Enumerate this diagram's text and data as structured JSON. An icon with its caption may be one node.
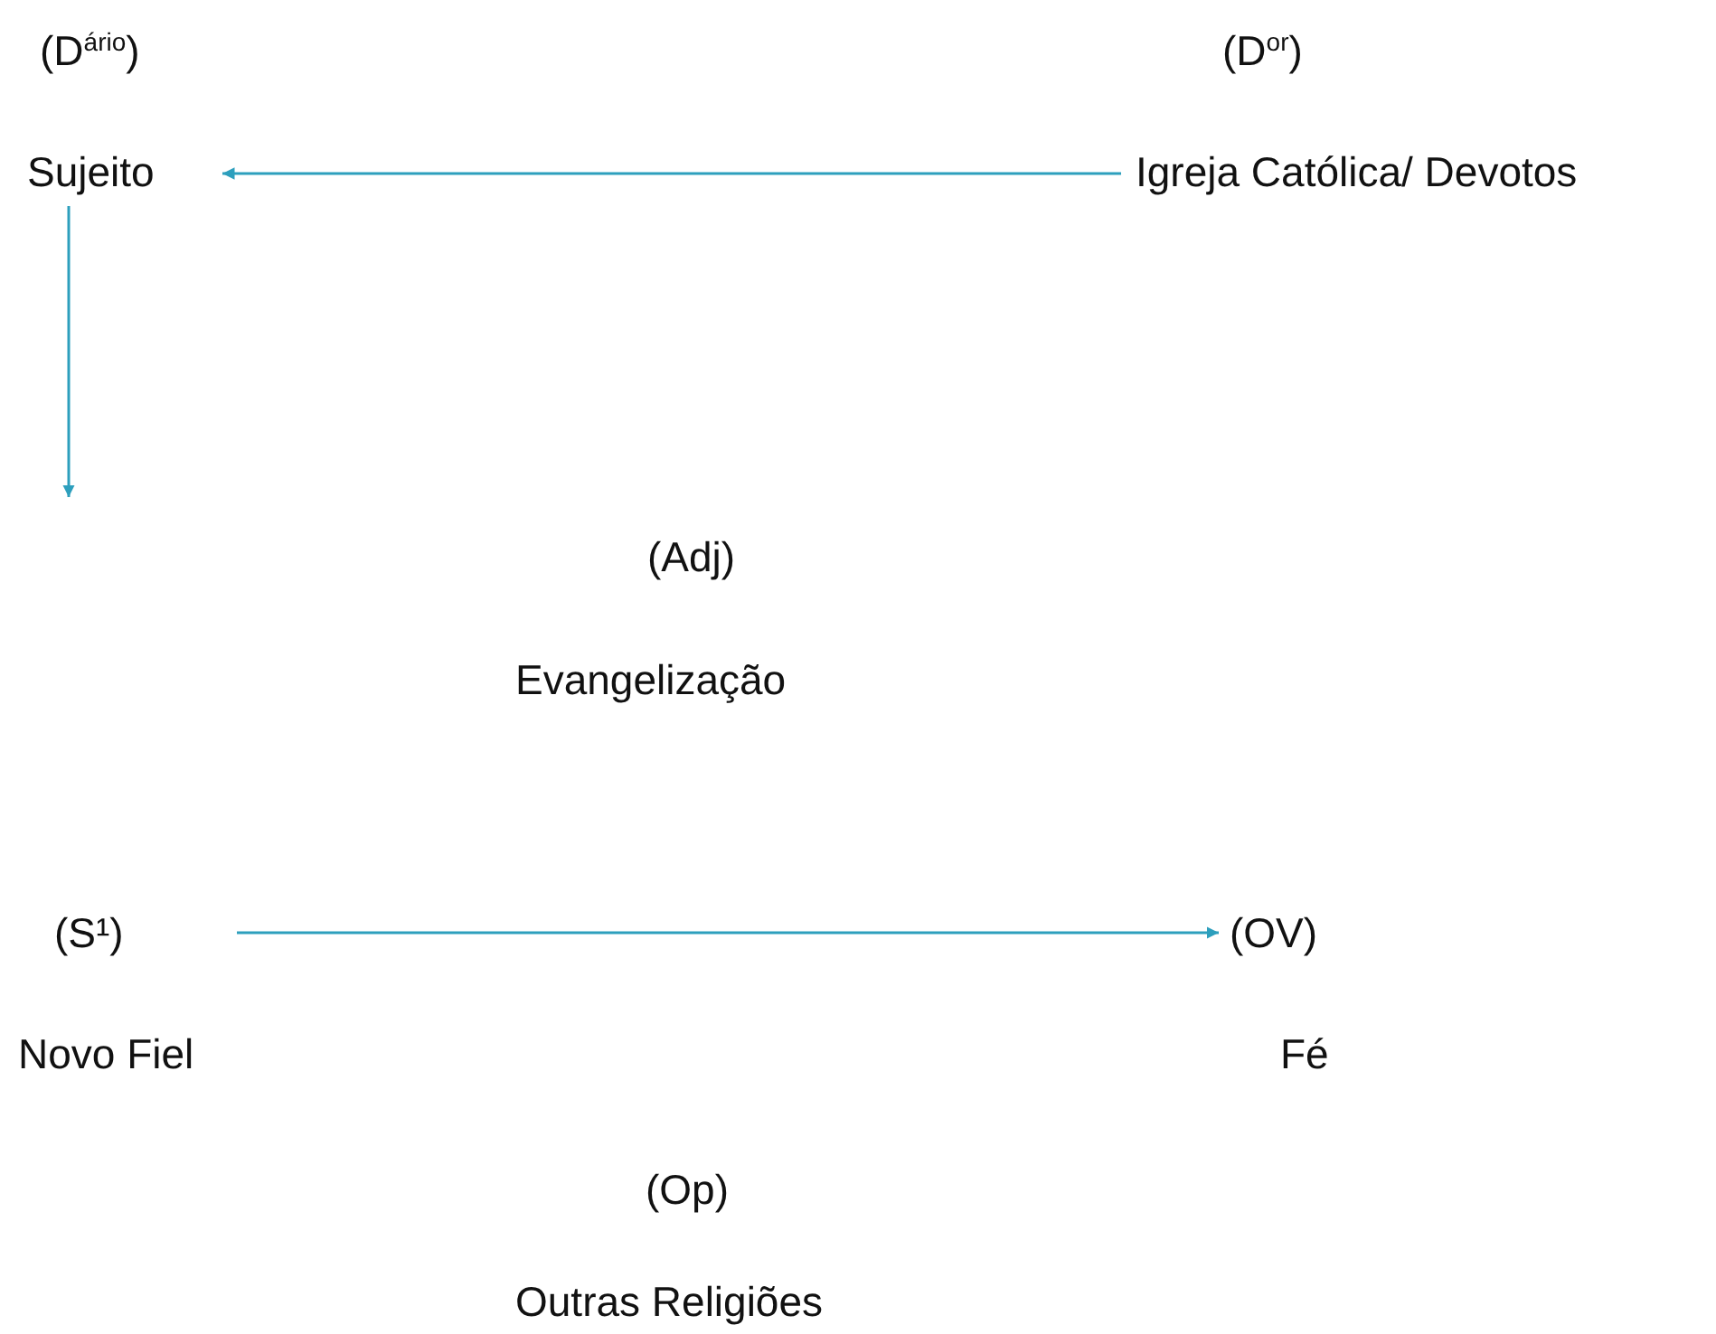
{
  "diagram": {
    "nodes": [
      {
        "text": [
          "(D$^{ário}$)",
          "Sujeito"
        ]
      },
      {
        "text": [
          "(D$^{or}$)",
          "Igreja Católica/ Devotos"
        ]
      },
      {
        "text": [
          "(Adj)",
          "Evangelização"
        ]
      },
      {
        "text": [
          "(S¹)",
          "Novo Fiel"
        ]
      },
      {
        "text": [
          "(OV)",
          "Fé"
        ]
      },
      {
        "text": [
          "(Op)",
          "Outras Religiões"
        ]
      }
    ],
    "edges": [
      {
        "from": 1,
        "to": 0,
        "arrow": "to"
      },
      {
        "from": 0,
        "to": null,
        "arrow": "to"
      },
      {
        "from": 3,
        "to": 4,
        "arrow": "to"
      }
    ]
  }
}
